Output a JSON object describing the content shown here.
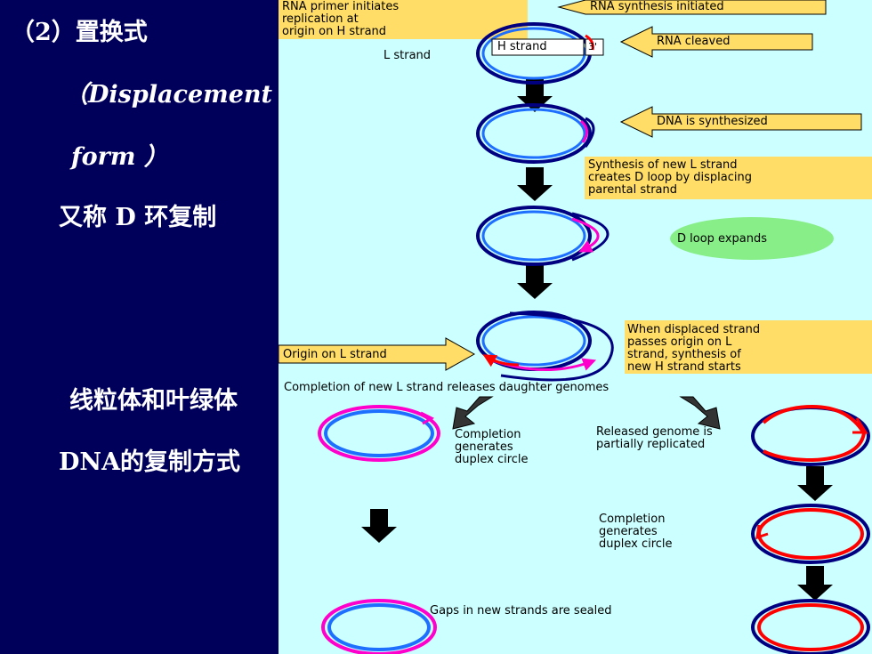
{
  "slide": {
    "heading": "（2）置换式",
    "subheading_1": "（Displacement",
    "subheading_2": "form ）",
    "alt_name": "又称 D 环复制",
    "note_line1": "线粒体和叶绿体",
    "note_line2": "DNA的复制方式"
  },
  "diagram": {
    "rna_primer": "RNA primer initiates\nreplication at\norigin on H strand",
    "rna_synthesis": "RNA synthesis initiated",
    "rna_cleaved": "RNA cleaved",
    "h_strand": "H strand",
    "three_prime": "3'",
    "l_strand": "L strand",
    "dna_synth": "DNA is synthesized",
    "synth_new_l": "Synthesis of new L strand\ncreates D loop by displacing\nparental strand",
    "d_loop_expands": "D loop expands",
    "when_displaced": "When displaced strand\npasses origin on L\nstrand, synthesis of\nnew H strand starts",
    "origin_l": "Origin on L strand",
    "completion_release": "Completion of new L strand releases daughter genomes",
    "completion_duplex": "Completion\ngenerates\nduplex circle",
    "released_partial": "Released genome is\npartially replicated",
    "completion_duplex_2": "Completion\ngenerates\nduplex circle",
    "gaps_sealed": "Gaps in new strands are sealed"
  },
  "colors": {
    "background_left": "#00005a",
    "background_right": "#ccffff",
    "navy_strand": "#000080",
    "blue_strand": "#1f6fff",
    "magenta_strand": "#ff00cc",
    "red_strand": "#ff0000",
    "label_yellow": "#ffdd66",
    "d_loop_green": "#88ee88"
  }
}
